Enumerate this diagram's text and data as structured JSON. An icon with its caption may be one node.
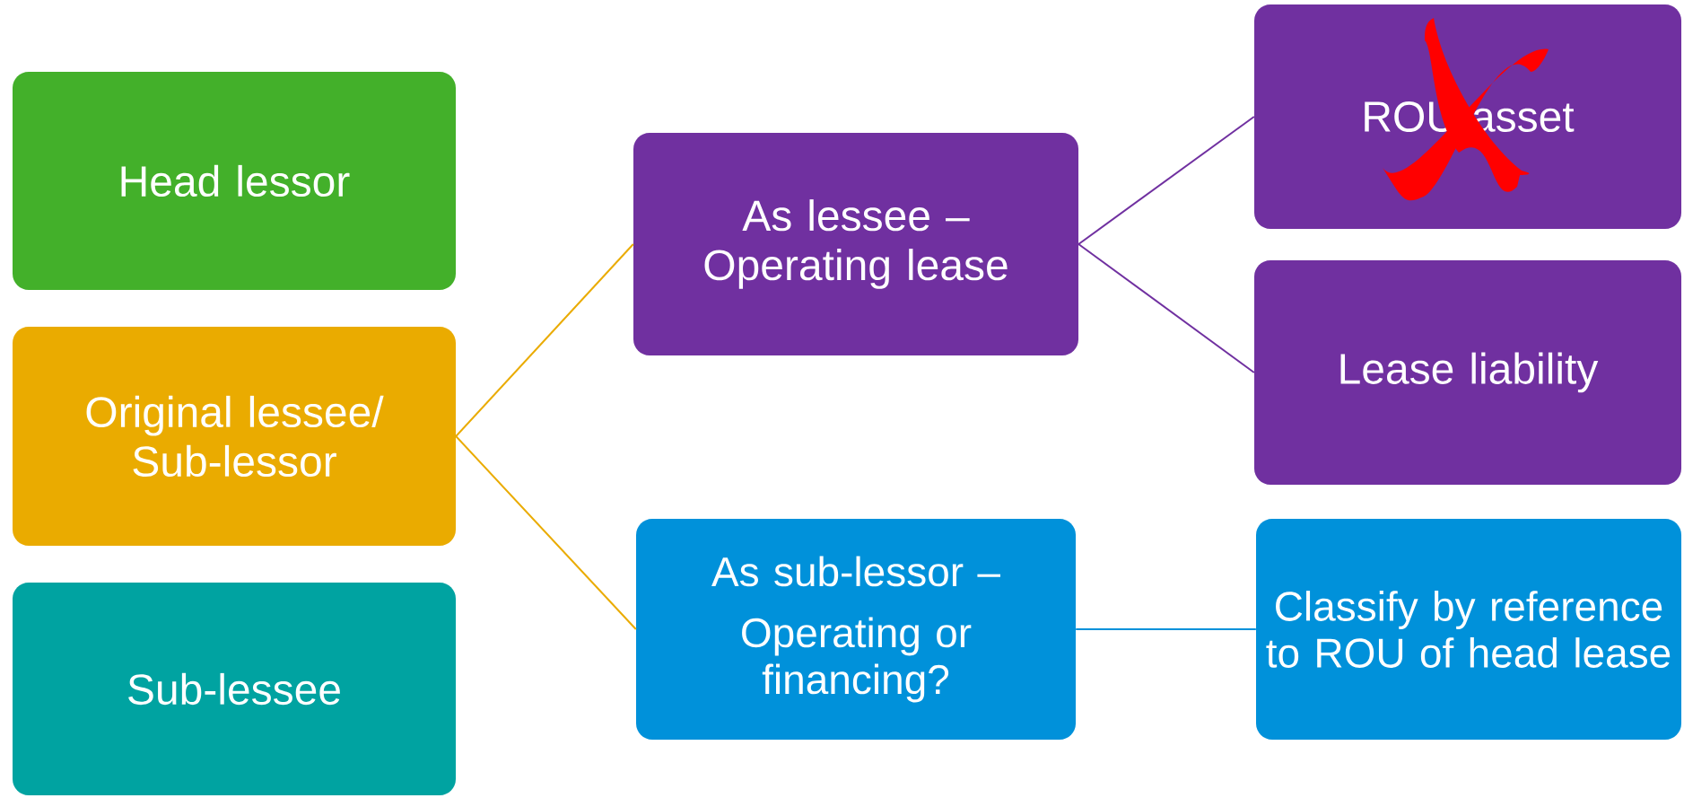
{
  "diagram": {
    "nodes": [
      {
        "text": [
          "Head lessor"
        ]
      },
      {
        "text": [
          "Original lessee/ Sub-lessor"
        ]
      },
      {
        "text": [
          "Sub-lessee"
        ]
      },
      {
        "text": [
          "As lessee – Operating lease"
        ]
      },
      {
        "text": [
          "ROU asset"
        ]
      },
      {
        "text": [
          "Lease liability"
        ]
      },
      {
        "text": [
          "As sub-lessor –",
          "Operating or financing?"
        ]
      },
      {
        "text": [
          "Classify by reference to ROU of head lease"
        ]
      }
    ],
    "edges": [
      {
        "from": 1,
        "to": 3,
        "arrow": "none",
        "color": "#eaab00"
      },
      {
        "from": 1,
        "to": 6,
        "arrow": "none",
        "color": "#eaab00"
      },
      {
        "from": 3,
        "to": 4,
        "arrow": "none",
        "color": "#7030a0"
      },
      {
        "from": 3,
        "to": 5,
        "arrow": "none",
        "color": "#7030a0"
      },
      {
        "from": 6,
        "to": 7,
        "arrow": "none",
        "color": "#0091da"
      }
    ]
  }
}
